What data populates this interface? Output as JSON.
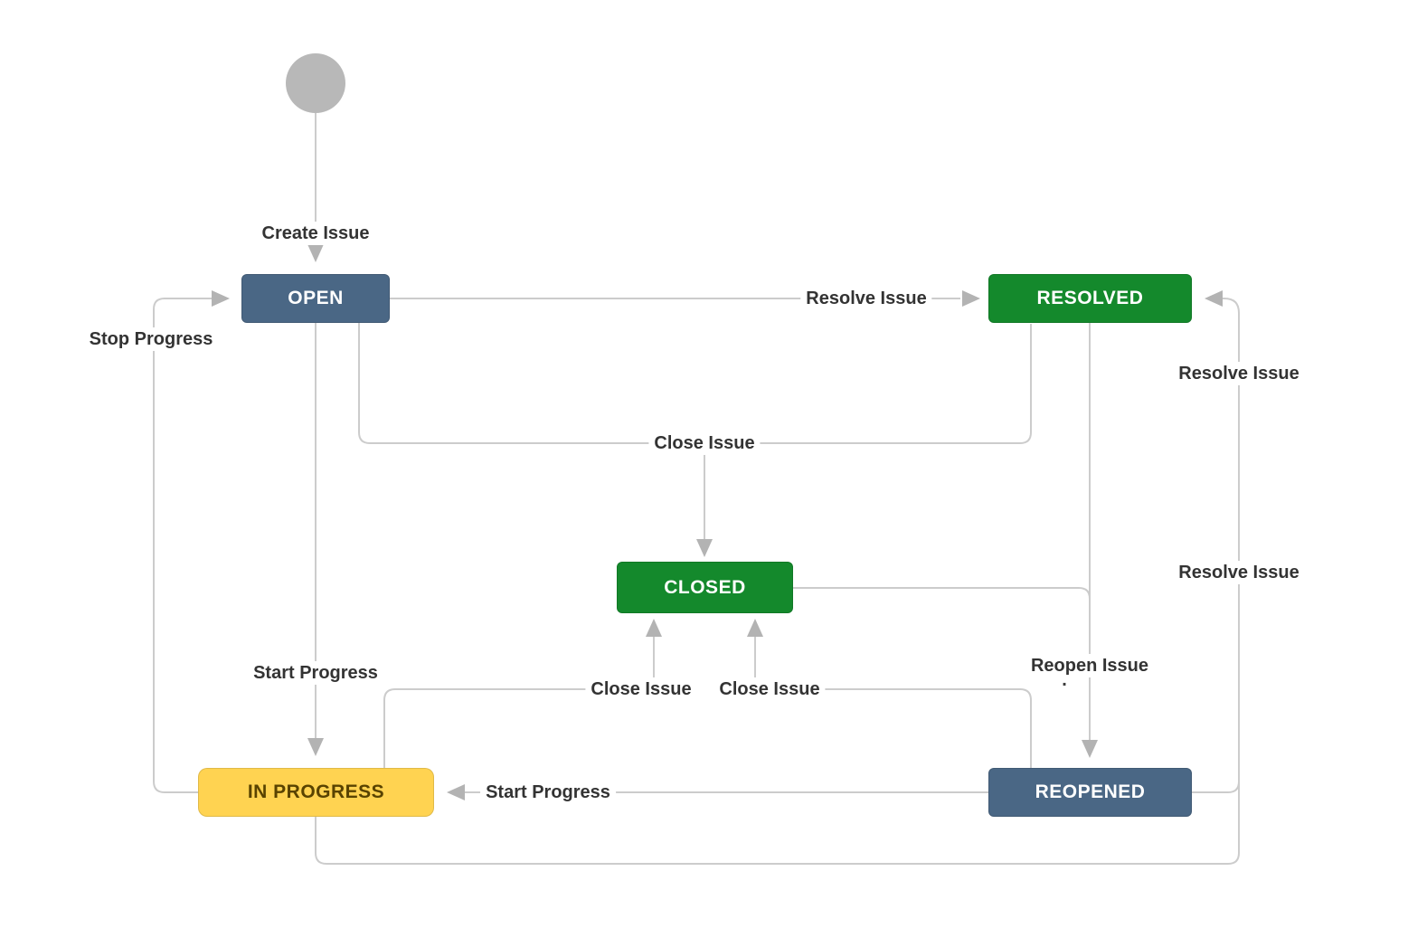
{
  "diagram": {
    "type": "workflow-state-diagram",
    "background": "#ffffff",
    "nodes": {
      "start": {
        "shape": "circle"
      },
      "open": {
        "label": "OPEN",
        "color": "#4a6785",
        "text_color": "#ffffff"
      },
      "resolved": {
        "label": "RESOLVED",
        "color": "#14892c",
        "text_color": "#ffffff"
      },
      "closed": {
        "label": "CLOSED",
        "color": "#14892c",
        "text_color": "#ffffff"
      },
      "in_progress": {
        "label": "IN PROGRESS",
        "color": "#ffd351",
        "text_color": "#594300"
      },
      "reopened": {
        "label": "REOPENED",
        "color": "#4a6785",
        "text_color": "#ffffff"
      }
    },
    "labels": {
      "create_issue": "Create Issue",
      "resolve_issue_open": "Resolve Issue",
      "stop_progress": "Stop Progress",
      "close_issue_merged": "Close Issue",
      "resolve_issue_upper": "Resolve Issue",
      "resolve_issue_lower": "Resolve Issue",
      "start_progress_open": "Start Progress",
      "close_issue_in_progress": "Close Issue",
      "close_issue_reopened": "Close Issue",
      "reopen_issue": "Reopen Issue",
      "reopen_issue_dot": ".",
      "start_progress_reopened": "Start Progress"
    },
    "colors": {
      "line": "#cccccc",
      "arrowhead": "#b3b3b3",
      "start_circle": "#b8b8b8",
      "label_text": "#333333"
    }
  }
}
